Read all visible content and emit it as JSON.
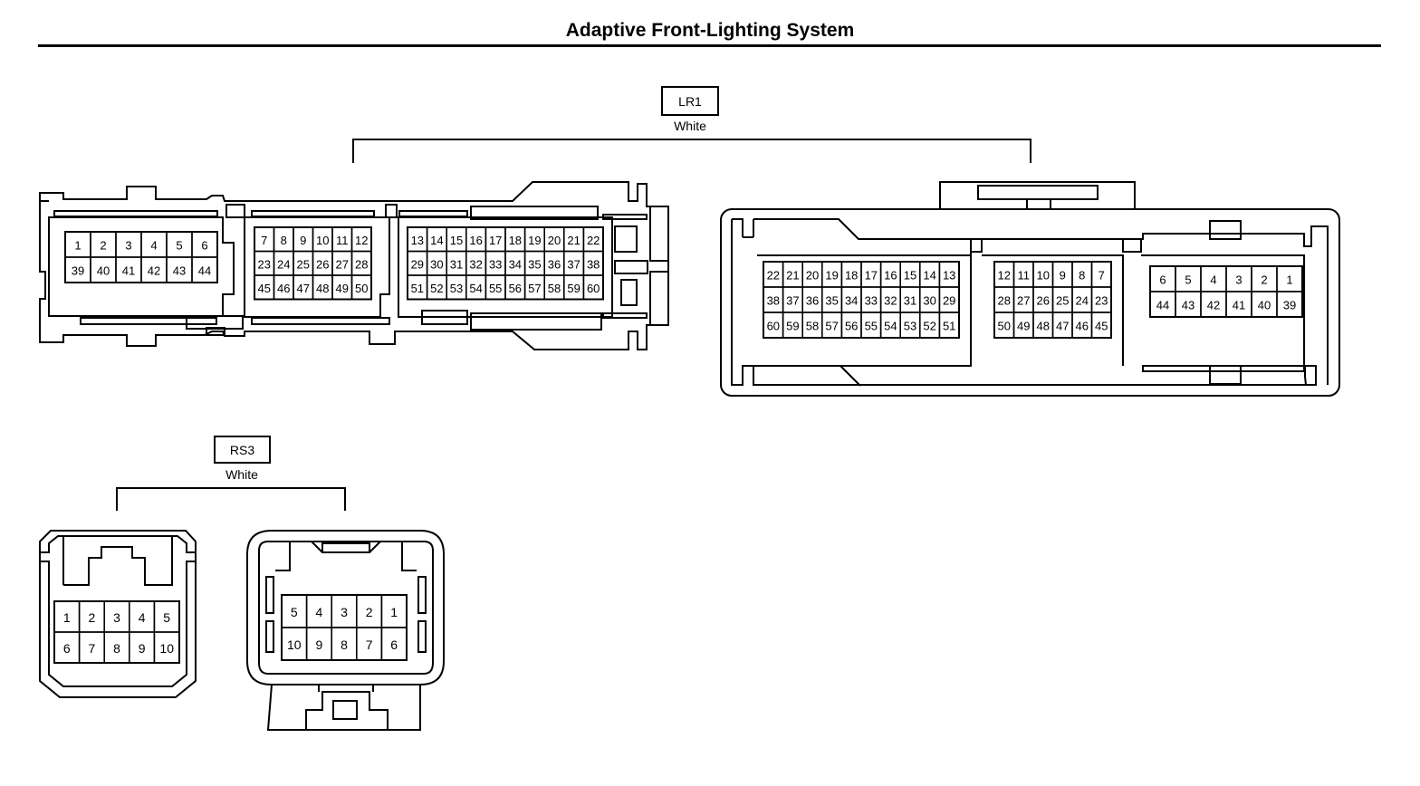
{
  "title": "Adaptive Front-Lighting System",
  "connectors": {
    "lr1": {
      "code": "LR1",
      "color": "White",
      "left_view": {
        "block_a": [
          [
            "1",
            "2",
            "3",
            "4",
            "5",
            "6"
          ],
          [
            "39",
            "40",
            "41",
            "42",
            "43",
            "44"
          ]
        ],
        "block_b": [
          [
            "7",
            "8",
            "9",
            "10",
            "11",
            "12"
          ],
          [
            "23",
            "24",
            "25",
            "26",
            "27",
            "28"
          ],
          [
            "45",
            "46",
            "47",
            "48",
            "49",
            "50"
          ]
        ],
        "block_c": [
          [
            "13",
            "14",
            "15",
            "16",
            "17",
            "18",
            "19",
            "20",
            "21",
            "22"
          ],
          [
            "29",
            "30",
            "31",
            "32",
            "33",
            "34",
            "35",
            "36",
            "37",
            "38"
          ],
          [
            "51",
            "52",
            "53",
            "54",
            "55",
            "56",
            "57",
            "58",
            "59",
            "60"
          ]
        ]
      },
      "right_view": {
        "block_a": [
          [
            "22",
            "21",
            "20",
            "19",
            "18",
            "17",
            "16",
            "15",
            "14",
            "13"
          ],
          [
            "38",
            "37",
            "36",
            "35",
            "34",
            "33",
            "32",
            "31",
            "30",
            "29"
          ],
          [
            "60",
            "59",
            "58",
            "57",
            "56",
            "55",
            "54",
            "53",
            "52",
            "51"
          ]
        ],
        "block_b": [
          [
            "12",
            "11",
            "10",
            "9",
            "8",
            "7"
          ],
          [
            "28",
            "27",
            "26",
            "25",
            "24",
            "23"
          ],
          [
            "50",
            "49",
            "48",
            "47",
            "46",
            "45"
          ]
        ],
        "block_c": [
          [
            "6",
            "5",
            "4",
            "3",
            "2",
            "1"
          ],
          [
            "44",
            "43",
            "42",
            "41",
            "40",
            "39"
          ]
        ]
      }
    },
    "rs3": {
      "code": "RS3",
      "color": "White",
      "left_view": [
        [
          "1",
          "2",
          "3",
          "4",
          "5"
        ],
        [
          "6",
          "7",
          "8",
          "9",
          "10"
        ]
      ],
      "right_view": [
        [
          "5",
          "4",
          "3",
          "2",
          "1"
        ],
        [
          "10",
          "9",
          "8",
          "7",
          "6"
        ]
      ]
    }
  }
}
